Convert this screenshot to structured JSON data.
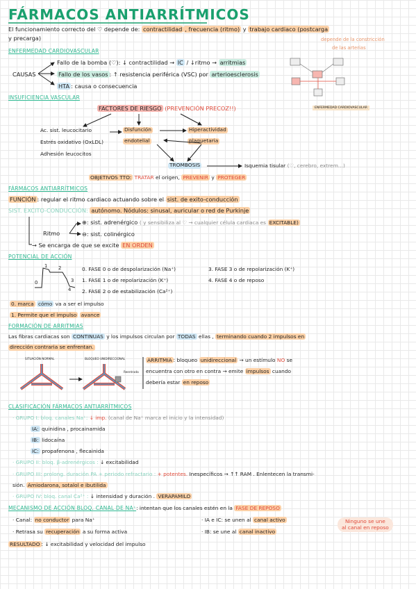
{
  "title": "FÁRMACOS ANTIARRÍTMICOS",
  "intro": {
    "line1_a": "El funcionamiento correcto del ♡ depende de:",
    "contractilidad": "contractilidad",
    "frecuencia": ", frecuencia (ritmo)",
    "y": "y",
    "trabajo": "trabajo cardiaco (postcarga",
    "line2": "y precarga)",
    "side_note1": "depende de la constricción",
    "side_note2": "de las arterias"
  },
  "enfermedad": {
    "heading": "ENFERMEDAD CARDIOVASCULAR",
    "causas": "CAUSAS",
    "c1_a": "Fallo de la bomba (♡): ↓ contractilidad →",
    "c1_ic": "IC",
    "c1_b": "/ ↓ritmo →",
    "c1_arr": "arritmias",
    "c2_a": "Fallo de los vasos",
    "c2_b": ": ↑ resistencia periférica (VSC) por",
    "c2_c": "arterioesclerosis",
    "c3_a": "HTA",
    "c3_b": ": causa o consecuencia",
    "mini_label": "ENFERMEDAD CARDIOVASCULAR"
  },
  "insuf": {
    "heading": "INSUFICIENCIA VASCULAR",
    "factores": "FACTORES DE RIESGO",
    "prevencion": "(PREVENCIÓN PRECOZ!!)",
    "l1": "Ac. sist. leucocitario",
    "l2": "Estrés oxidativo (OxLDL)",
    "l3": "Adhesión leucocitos",
    "disf1": "Disfunción",
    "disf2": "endotelial",
    "hip1": "Hiperactividad",
    "hip2": "plaquetaria",
    "trombosis": "TROMBOSIS",
    "isquemia": "Isquemia tisular",
    "isq_paren": "(♡, cerebro, extrem...)",
    "obj_a": "OBJETIVOS TTO:",
    "obj_tratar": "TRATAR",
    "obj_b": "el origen,",
    "obj_prevenir": "PREVENIR",
    "obj_y": "y",
    "obj_proteger": "PROTEGER"
  },
  "farm": {
    "heading": "FÁRMACOS ANTIARRÍTMICOS",
    "funcion_a": "FUNCIÓN",
    "funcion_b": ": regular el ritmo cardiaco actuando sobre el",
    "funcion_c": "sist. de exito-conducción",
    "sist_a": "SIST. EXCITO-CONDUCCIÓN:",
    "sist_b": "autónomo. Nódulos: sinusal, auricular o red de Purkinje",
    "ritmo": "Ritmo",
    "plus": "⊕: sist. adrenérgico",
    "plus_note": "( y sensibiliza al ♡ → cualquier célula cardiaca es",
    "excitable": "EXCITABLE)",
    "minus": "⊖: sist. colinérgico",
    "encarga": "Se encarga de que se excite",
    "en_orden": "EN ORDEN"
  },
  "potencial": {
    "heading": "POTENCIAL DE ACCIÓN",
    "f0": "0. FASE 0 o de despolarización (Na⁺)",
    "f1": "1. FASE 1 o de repolarización (K⁺)",
    "f2": "2. FASE 2 o de estabilización (Ca²⁺)",
    "f3": "3. FASE 3 o de repolarización (K⁺)",
    "f4": "4. FASE 4 o de reposo",
    "m0_a": "0. marca",
    "m0_b": "cómo",
    "m0_c": "va a ser el impulso",
    "m1_a": "1. Permite que el impulso",
    "m1_b": "avance",
    "g0": "0",
    "g1": "1",
    "g2": "2",
    "g3": "3",
    "g4": "4"
  },
  "formacion": {
    "heading": "FORMACIÓN DE ARRITMIAS",
    "p1_a": "Las fibras cardiacas son",
    "p1_b": "CONTINUAS",
    "p1_c": "y los impulsos circulan por",
    "p1_d": "TODAS",
    "p1_e": "ellas ,",
    "p1_f": "terminando cuando 2 impulsos en",
    "p2": "dirección contraria se enfrentan.",
    "sit_normal": "SITUACIÓN NORMAL",
    "bloqueo": "BLOQUEO UNIDIRECCIONAL",
    "reentrada": "Reentrada",
    "arr_a": "ARRITMIA",
    "arr_b": ": bloqueo",
    "arr_c": "unidireccional",
    "arr_d": "→ un estímulo",
    "arr_no": "NO",
    "arr_e": "se",
    "arr2": "encuentra con otro en contra → emite",
    "arr2_imp": "impulsos",
    "arr2_b": "cuando",
    "arr3": "debería estar",
    "arr3_rep": "en reposo"
  },
  "clasif": {
    "heading": "CLASIFICACIÓN FÁRMACOS ANTIARRÍTMICOS",
    "g1_a": "· GRUPO I: bloq. canales Na⁺:",
    "g1_b": "↓ imp.",
    "g1_c": "(canal de Na⁺ marca el inicio y la intensidad)",
    "ia": "IA:",
    "ia_t": "quinidina , procainamida",
    "ib": "IB:",
    "ib_t": "lidocaína",
    "ic": "IC:",
    "ic_t": "propafenona , flecainida",
    "g2_a": "· GRUPO II: bloq. β-adrenérgicos :",
    "g2_b": "↓ excitabilidad",
    "g3_a": "· GRUPO III: prolong. duración PA + periodo refractario :",
    "g3_b": "+ potentes.",
    "g3_c": "Inespecíficos → ↑↑ RAM . Enlentecen la transmi-",
    "g3_d": "sión.",
    "g3_e": "Amiodarona, sotalol e ibutilida",
    "g4_a": "· GRUPO IV: bloq. canal Ca²⁺ :",
    "g4_b": "↓ intensidad y duración .",
    "g4_c": "VERAPAMILO"
  },
  "mecanismo": {
    "heading": "MECANISMO DE ACCIÓN BLOQ. CANAL DE NA⁺",
    "h_b": ": intentan que los canales estén en la",
    "fase_rep": "FASE DE REPOSO",
    "c1_a": "· Canal:",
    "c1_b": "no conductor",
    "c1_c": "para Na⁺",
    "c2_a": "· Retrasa su",
    "c2_b": "recuperación",
    "c2_c": "a su forma activa",
    "r_a": "· IA e IC:",
    "r_b": "se unen al",
    "r_c": "canal activo",
    "r2_a": "· IB:",
    "r2_b": "se une al",
    "r2_c": "canal inactivo",
    "ninguno1": "Ninguno se une",
    "ninguno2": "al canal en reposo",
    "res_a": "RESULTADO",
    "res_b": ": ↓ excitabilidad y velocidad del impulso"
  },
  "colors": {
    "accent": "#1aa06e",
    "heading": "#2db891",
    "orange": "#fcd1a7",
    "red": "#e04a3a",
    "pink": "#f7b6b0"
  }
}
